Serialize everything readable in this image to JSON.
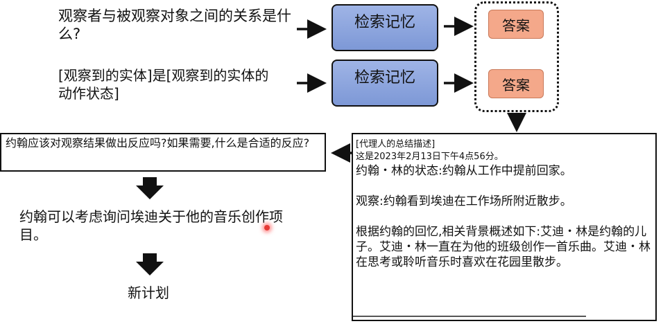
{
  "queries": {
    "q1": "观察者与被观察对象之间的关系是什么?",
    "q2": "[观察到的实体]是[观察到的实体的动作状态]"
  },
  "memory": {
    "label1": "检索记忆",
    "label2": "检索记忆"
  },
  "answers": {
    "a1": "答案",
    "a2": "答案"
  },
  "question_box": {
    "text": "约翰应该对观察结果做出反应吗?如果需要,什么是合适的反应?"
  },
  "consider": "约翰可以考虑询问埃迪关于他的音乐创作项目。",
  "new_plan": "新计划",
  "summary": {
    "label": "[代理人的总结描述]",
    "timestamp": "这是2023年2月13日下午4点56分。",
    "status": "约翰・林的状态:约翰从工作中提前回家。",
    "observation": "观察:约翰看到埃迪在工作场所附近散步。",
    "context": "根据约翰的回忆,相关背景概述如下:艾迪・林是约翰的儿子。艾迪・林一直在为他的班级创作一首乐曲。艾迪・林在思考或聆听音乐时喜欢在花园里散步。"
  },
  "colors": {
    "memory_fill": "#8ea6de",
    "answer_fill": "#f4a88a",
    "laser": "#e53935"
  }
}
